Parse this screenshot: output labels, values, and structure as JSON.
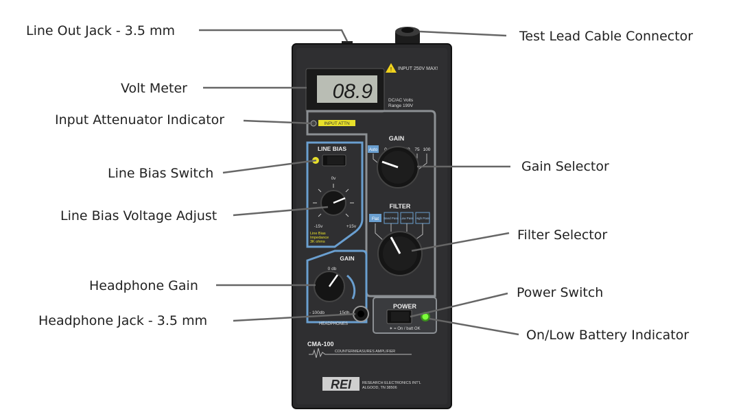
{
  "callouts": {
    "line_out_jack": "Line Out Jack - 3.5 mm",
    "test_lead_cable_connector": "Test Lead Cable Connector",
    "volt_meter": "Volt Meter",
    "input_attenuator_indicator": "Input Attenuator Indicator",
    "line_bias_switch": "Line Bias Switch",
    "gain_selector": "Gain Selector",
    "line_bias_voltage_adjust": "Line Bias Voltage Adjust",
    "filter_selector": "Filter Selector",
    "headphone_gain": "Headphone Gain",
    "power_switch": "Power Switch",
    "headphone_jack": "Headphone Jack - 3.5 mm",
    "on_low_battery_indicator": "On/Low Battery Indicator"
  },
  "device": {
    "warning_text": "INPUT 250V MAX!",
    "meter_reading": "08.9",
    "meter_caption_1": "DC/AC Volts",
    "meter_caption_2": "Range 199V",
    "input_attn_label": "INPUT ATTN",
    "gain_title": "GAIN",
    "gain_options": [
      "Auto",
      "0",
      "25",
      "50",
      "75",
      "100"
    ],
    "line_bias_title": "LINE BIAS",
    "bias_zero": "0v",
    "bias_min": "-15v",
    "bias_max": "+15v",
    "bias_note_1": "Line Bias",
    "bias_note_2": "Impedance",
    "bias_note_3": "3K ohms",
    "filter_title": "FILTER",
    "filter_options": [
      "Flat",
      "Band Pass",
      "Low Pass",
      "High Pass"
    ],
    "hp_gain_title": "GAIN",
    "hp_zero": "0 db",
    "hp_min": "- 100db",
    "hp_max": "15db",
    "headphones_label": "HEADPHONES",
    "power_title": "POWER",
    "power_note": "✶ = On / batt OK",
    "model": "CMA-100",
    "model_sub": "COUNTERMEASURES AMPLIFIER",
    "brand": "REI",
    "company_1": "RESEARCH ELECTRONICS INT'L",
    "company_2": "ALGOOD, TN 38506"
  },
  "colors": {
    "case": "#2a2a2c",
    "panel_blue": "#6a9fd0",
    "panel_grey": "#8c9094",
    "yellow": "#e8e02a",
    "green_led": "#7dff3a",
    "lcd": "#b9bdb4"
  }
}
